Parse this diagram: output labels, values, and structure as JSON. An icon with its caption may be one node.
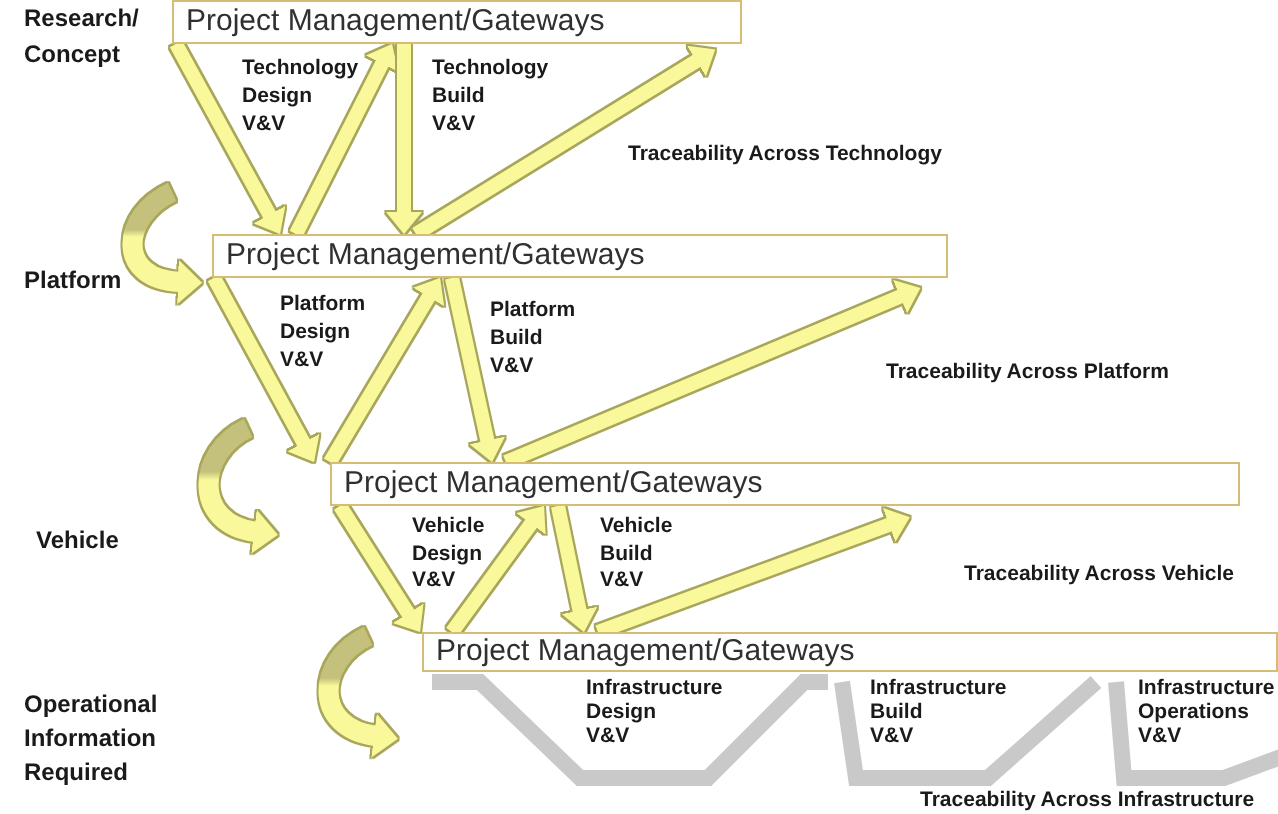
{
  "diagram": {
    "nodes": [
      {
        "text": [
          "Project Management/Gateways"
        ]
      },
      {
        "text": [
          "Project Management/Gateways"
        ]
      },
      {
        "text": [
          "Project Management/Gateways"
        ]
      },
      {
        "text": [
          "Project Management/Gateways"
        ]
      }
    ],
    "edges": [
      {
        "from": 0,
        "to": 1,
        "arrow": "to"
      },
      {
        "from": 1,
        "to": 0,
        "arrow": "to"
      },
      {
        "from": 0,
        "to": 1,
        "arrow": "to"
      },
      {
        "from": 1,
        "to": 0,
        "arrow": "to"
      },
      {
        "from": 1,
        "to": 2,
        "arrow": "to"
      },
      {
        "from": 2,
        "to": 1,
        "arrow": "to"
      },
      {
        "from": 1,
        "to": 2,
        "arrow": "to"
      },
      {
        "from": 2,
        "to": 1,
        "arrow": "to"
      },
      {
        "from": 2,
        "to": 3,
        "arrow": "to"
      },
      {
        "from": 3,
        "to": 2,
        "arrow": "to"
      },
      {
        "from": 2,
        "to": 3,
        "arrow": "to"
      },
      {
        "from": 3,
        "to": 2,
        "arrow": "to"
      }
    ],
    "labels": [
      "Research/ Concept",
      "Technology Design V&V",
      "Technology Build V&V",
      "Traceability Across Technology",
      "Platform",
      "Platform Design V&V",
      "Platform Build V&V",
      "Traceability Across Platform",
      "Vehicle",
      "Vehicle Design V&V",
      "Vehicle Build V&V",
      "Traceability Across Vehicle",
      "Operational Information Required",
      "Infrastructure Design V&V",
      "Infrastructure Build V&V",
      "Infrastructure Operations V&V",
      "Traceability Across Infrastructure"
    ]
  }
}
